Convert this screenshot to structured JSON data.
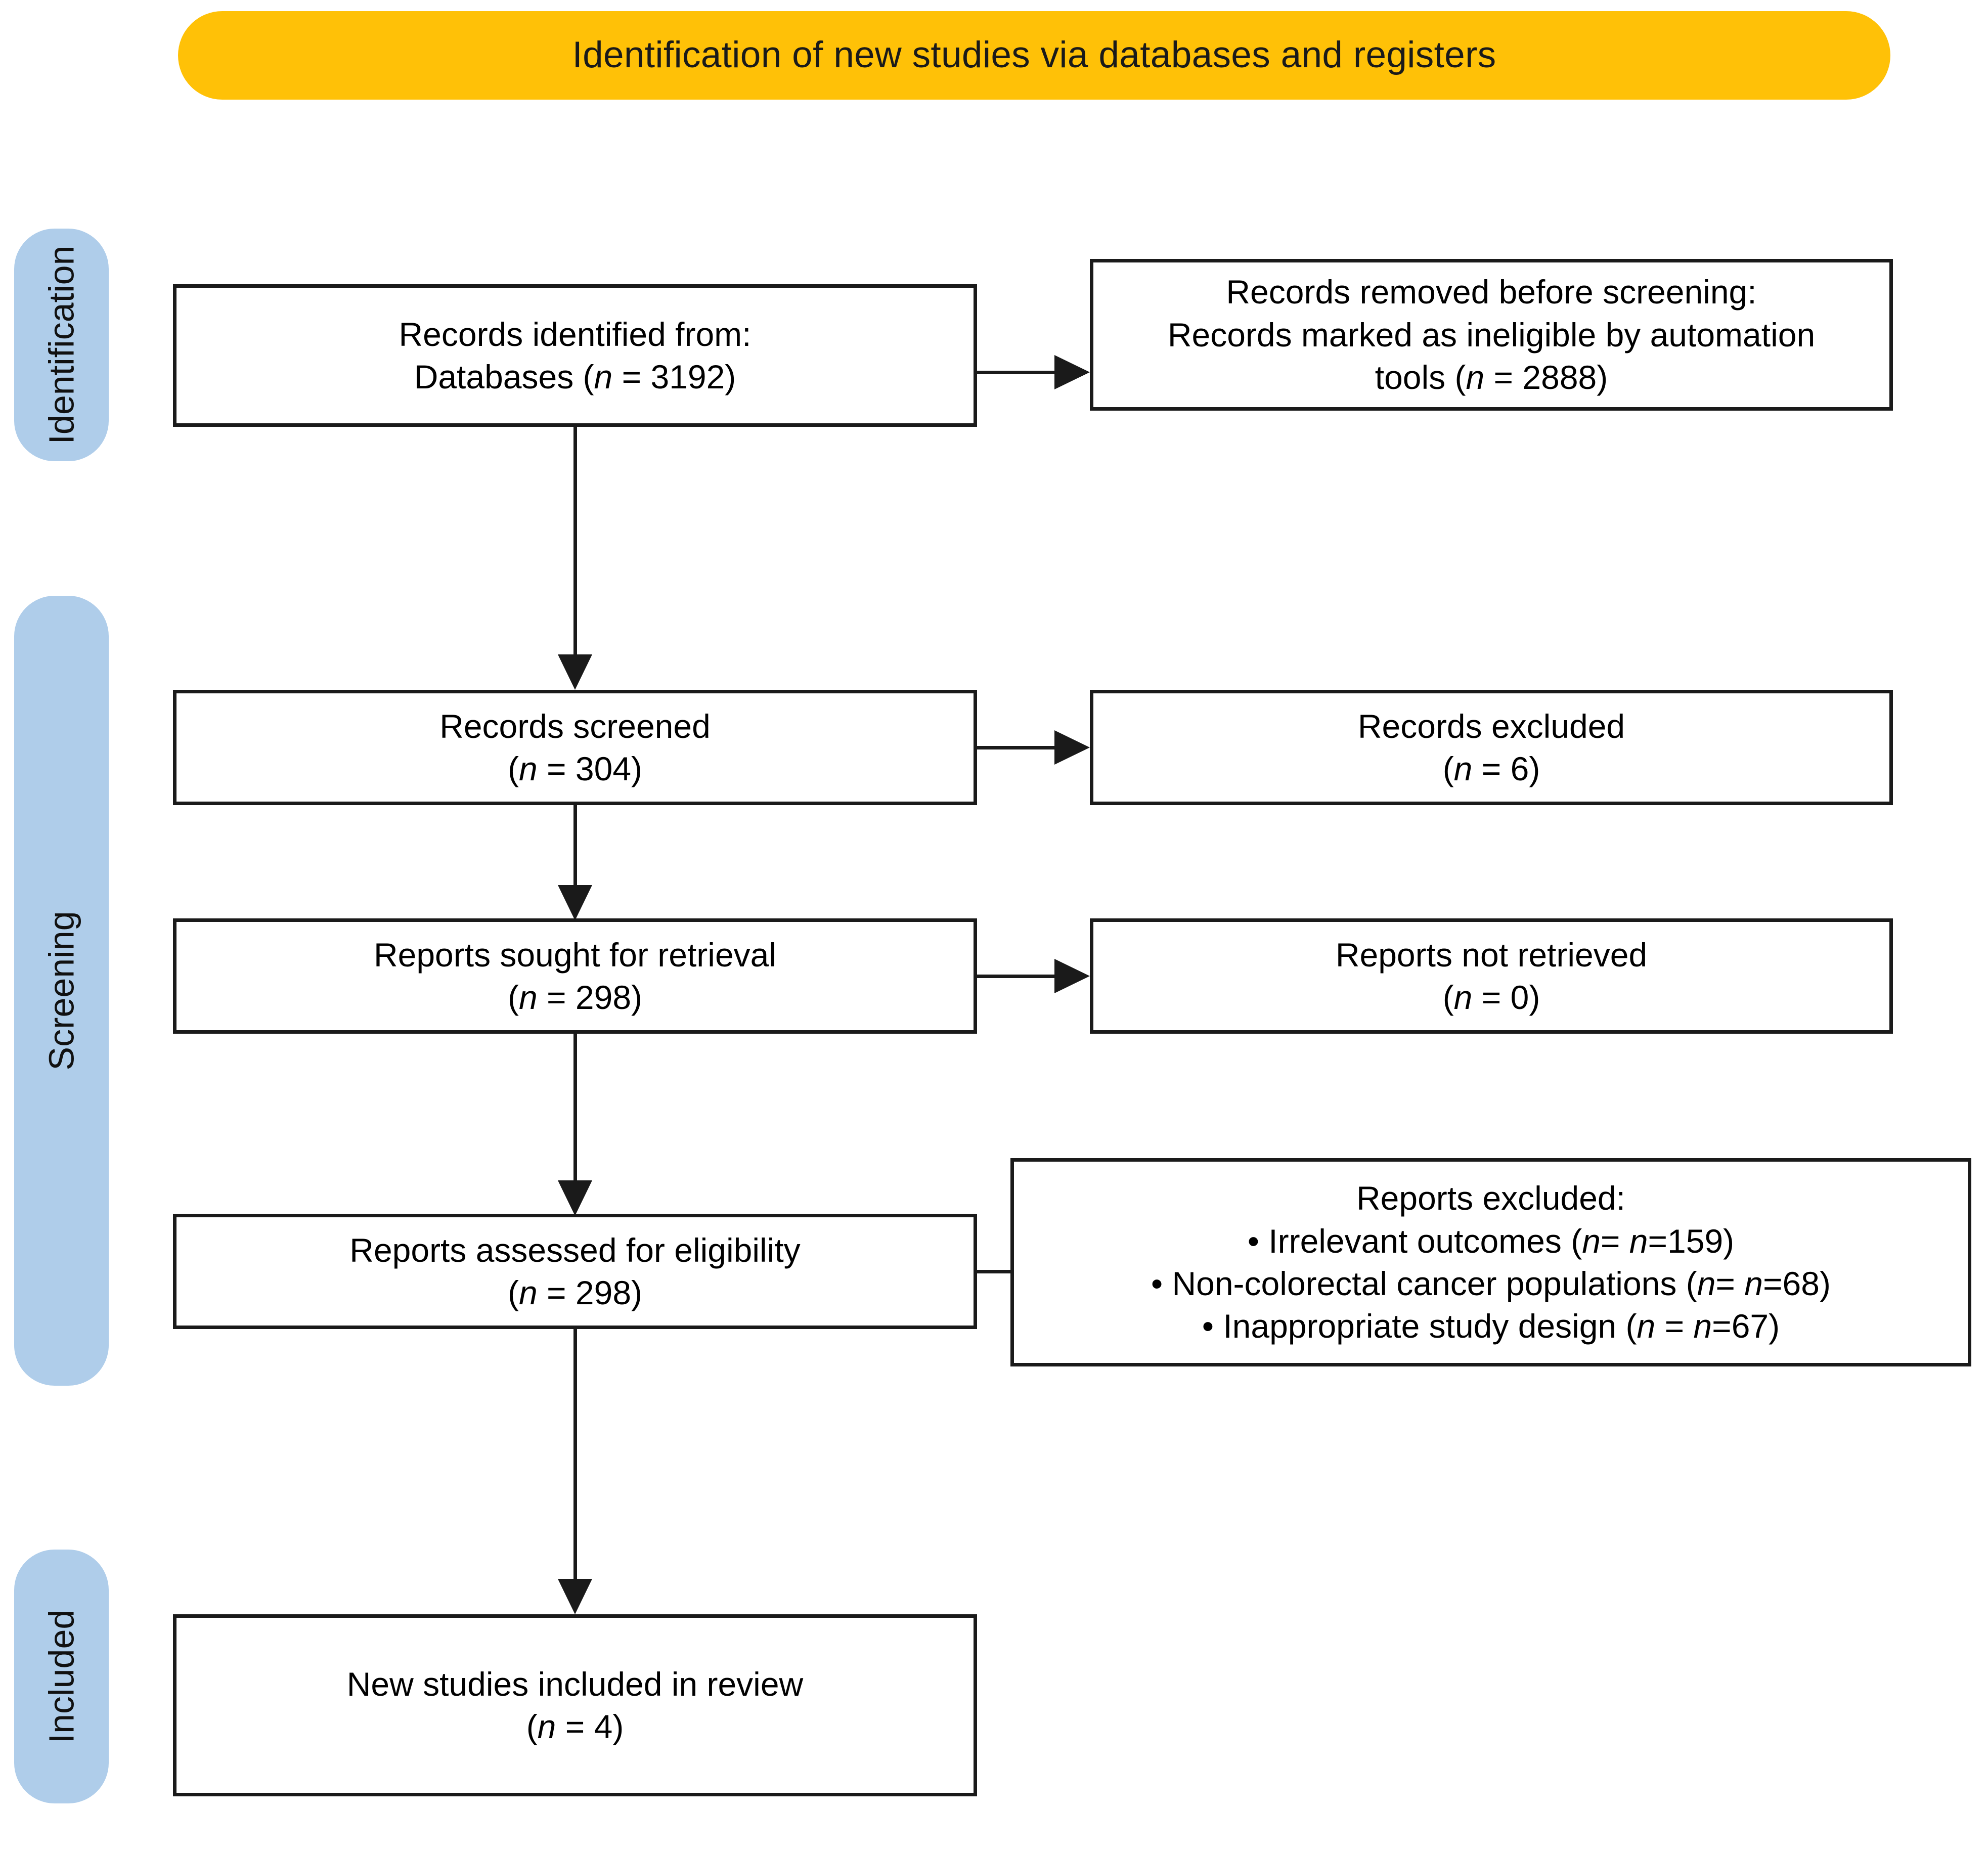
{
  "banner": {
    "title": "Identification of new studies via databases and registers",
    "color": "#FFC107"
  },
  "stages": {
    "color": "#AFCDEA",
    "identification": "Identification",
    "screening": "Screening",
    "included": "Included"
  },
  "nodes": {
    "identified": {
      "line1": "Records identified from:",
      "line2_text": "Databases (",
      "line2_n": "n",
      "line2_value": " = 3192)"
    },
    "removed": {
      "line1": "Records removed before screening:",
      "line2": "Records marked as ineligible by automation",
      "line3_text": "tools (",
      "line3_n": "n",
      "line3_value": " = 2888)"
    },
    "screened": {
      "line1": "Records screened",
      "line2_open": "(",
      "line2_n": "n",
      "line2_value": " = 304)"
    },
    "records_excluded": {
      "line1": "Records excluded",
      "line2_open": "(",
      "line2_n": "n",
      "line2_value": " = 6)"
    },
    "sought": {
      "line1": "Reports sought for retrieval",
      "line2_open": "(",
      "line2_n": "n",
      "line2_value": " = 298)"
    },
    "not_retrieved": {
      "line1": "Reports not retrieved",
      "line2_open": "(",
      "line2_n": "n",
      "line2_value": " = 0)"
    },
    "assessed": {
      "line1": "Reports assessed for eligibility",
      "line2_open": "(",
      "line2_n": "n",
      "line2_value": " = 298)"
    },
    "reports_excluded": {
      "heading": "Reports excluded:",
      "bullet1_text": "• Irrelevant outcomes (",
      "bullet1_n1": "n",
      "bullet1_mid": "= ",
      "bullet1_n2": "n",
      "bullet1_value": "=159)",
      "bullet2_text": "• Non-colorectal cancer populations (",
      "bullet2_n1": "n",
      "bullet2_mid": "=  ",
      "bullet2_n2": "n",
      "bullet2_value": "=68)",
      "bullet3_text": "• Inappropriate study design (",
      "bullet3_n1": "n",
      "bullet3_mid": " =  ",
      "bullet3_n2": "n",
      "bullet3_value": "=67)"
    },
    "included": {
      "line1": "New studies included in review",
      "line2_open": "(",
      "line2_n": "n",
      "line2_value": " = 4)"
    }
  }
}
